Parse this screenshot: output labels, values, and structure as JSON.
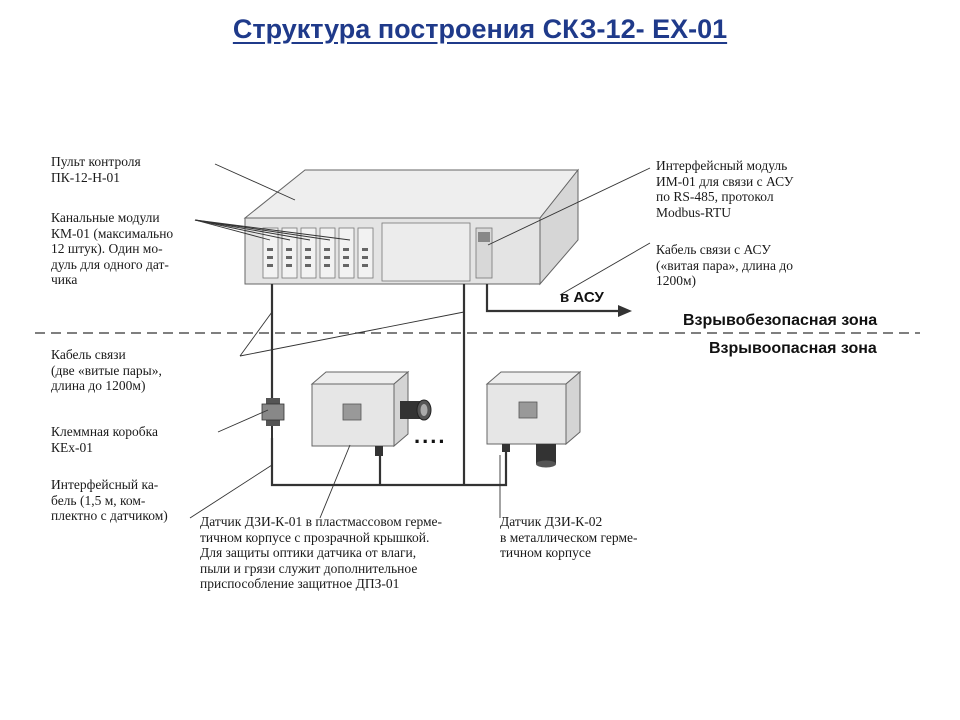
{
  "title": "Структура построения СКЗ-12- EX-01",
  "labels": {
    "pult": "Пульт контроля\nПК-12-Н-01",
    "kanal": "Канальные модули\nКМ-01 (максимально\n12 штук). Один мо-\nдуль для одного дат-\nчика",
    "cable": "Кабель связи\n(две «витые пары»,\nдлина до 1200м)",
    "klemm": "Клеммная коробка\nКЕх-01",
    "iface_cable": "Интерфейсный ка-\nбель (1,5 м, ком-\nплектно с датчиком)",
    "im": "Интерфейсный модуль\nИМ-01 для связи с АСУ\nпо RS-485, протокол\nModbus-RTU",
    "asu_cable": "Кабель связи с АСУ\n(«витая пара», длина до\n1200м)",
    "dzi1": "Датчик ДЗИ-К-01 в пластмассовом герме-\nтичном корпусе с прозрачной крышкой.\nДля защиты оптики датчика от влаги,\nпыли и грязи служит дополнительное\nприспособление защитное ДПЗ-01",
    "dzi2": "Датчик ДЗИ-К-02\nв металлическом  герме-\nтичном корпусе"
  },
  "zones": {
    "safe": "Взрывобезопасная зона",
    "danger": "Взрывоопасная зона"
  },
  "asu_arrow": "в АСУ",
  "ellipsis": "....",
  "colors": {
    "title": "#1f3a8a",
    "panel_front": "#e8e8e8",
    "panel_top": "#efefef",
    "line": "#333333"
  }
}
